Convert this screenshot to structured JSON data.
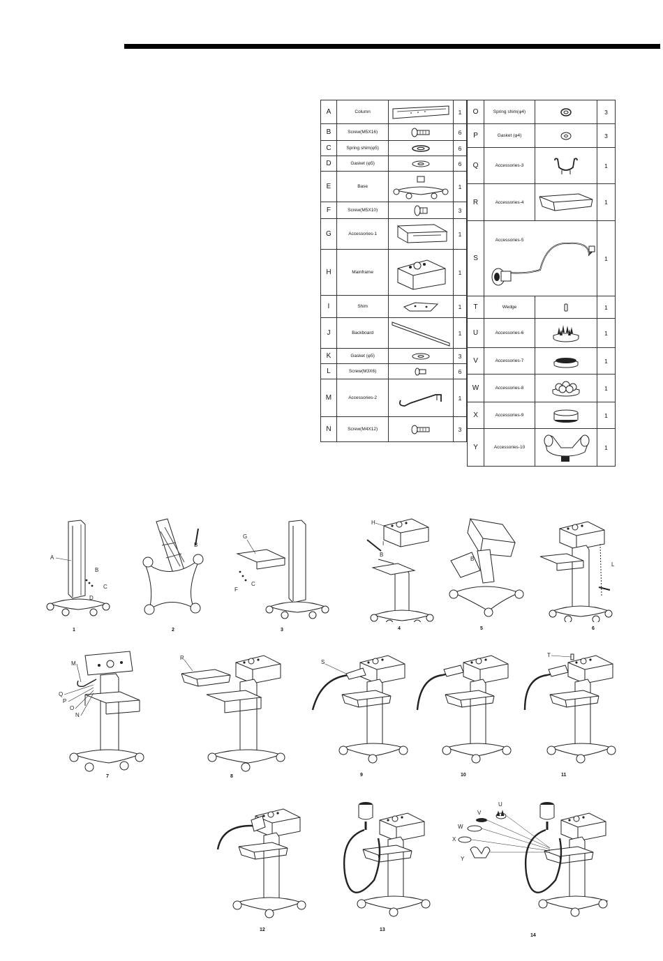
{
  "parts_left": [
    {
      "code": "A",
      "name": "Column",
      "qty": "1",
      "icon": "column-icon"
    },
    {
      "code": "B",
      "name": "Screw(M5X16)",
      "qty": "6",
      "icon": "screw-icon"
    },
    {
      "code": "C",
      "name": "Spring shim(φ5)",
      "qty": "6",
      "icon": "spring-shim-icon"
    },
    {
      "code": "D",
      "name": "Gasket (φ5)",
      "qty": "6",
      "icon": "gasket-icon"
    },
    {
      "code": "E",
      "name": "Base",
      "qty": "1",
      "icon": "base-icon"
    },
    {
      "code": "F",
      "name": "Screw(M5X10)",
      "qty": "3",
      "icon": "screw-short-icon"
    },
    {
      "code": "G",
      "name": "Accessories-1",
      "qty": "1",
      "icon": "shelf-icon"
    },
    {
      "code": "H",
      "name": "Mainframe",
      "qty": "1",
      "icon": "mainframe-icon"
    },
    {
      "code": "I",
      "name": "Shim",
      "qty": "1",
      "icon": "shim-plate-icon"
    },
    {
      "code": "J",
      "name": "Backboard",
      "qty": "1",
      "icon": "backboard-icon"
    },
    {
      "code": "K",
      "name": "Gasket (φ5)",
      "qty": "3",
      "icon": "gasket-icon"
    },
    {
      "code": "L",
      "name": "Screw(M3X6)",
      "qty": "6",
      "icon": "small-screw-icon"
    },
    {
      "code": "M",
      "name": "Accessories-2",
      "qty": "1",
      "icon": "hook-icon"
    },
    {
      "code": "N",
      "name": "Screw(M4X12)",
      "qty": "3",
      "icon": "screw-icon"
    }
  ],
  "parts_right": [
    {
      "code": "O",
      "name": "Spring shim(φ4)",
      "qty": "3",
      "icon": "spring-shim-icon"
    },
    {
      "code": "P",
      "name": "Gasket (φ4)",
      "qty": "3",
      "icon": "gasket-icon"
    },
    {
      "code": "Q",
      "name": "Accessories-3",
      "qty": "1",
      "icon": "holder-clip-icon"
    },
    {
      "code": "R",
      "name": "Accessories-4",
      "qty": "1",
      "icon": "tray-icon"
    },
    {
      "code": "S",
      "name": "Accessories-5",
      "qty": "1",
      "icon": "handpiece-cable-icon"
    },
    {
      "code": "T",
      "name": "Wedge",
      "qty": "1",
      "icon": "wedge-icon"
    },
    {
      "code": "U",
      "name": "Accessories-6",
      "qty": "1",
      "icon": "spiked-head-icon"
    },
    {
      "code": "V",
      "name": "Accessories-7",
      "qty": "1",
      "icon": "brush-head-icon"
    },
    {
      "code": "W",
      "name": "Accessories-8",
      "qty": "1",
      "icon": "ball-head-icon"
    },
    {
      "code": "X",
      "name": "Accessories-9",
      "qty": "1",
      "icon": "flat-head-icon"
    },
    {
      "code": "Y",
      "name": "Accessories-10",
      "qty": "1",
      "icon": "roller-head-icon"
    }
  ],
  "steps": [
    {
      "num": "1",
      "labels": [
        "A",
        "B",
        "C",
        "D"
      ]
    },
    {
      "num": "2",
      "labels": [
        "B"
      ]
    },
    {
      "num": "3",
      "labels": [
        "G",
        "C",
        "F"
      ]
    },
    {
      "num": "4",
      "labels": [
        "H",
        "I",
        "B"
      ]
    },
    {
      "num": "5",
      "labels": [
        "B"
      ]
    },
    {
      "num": "6",
      "labels": [
        "L"
      ]
    },
    {
      "num": "7",
      "labels": [
        "M",
        "Q",
        "P",
        "O",
        "N"
      ]
    },
    {
      "num": "8",
      "labels": [
        "R"
      ]
    },
    {
      "num": "9",
      "labels": [
        "S"
      ]
    },
    {
      "num": "10",
      "labels": []
    },
    {
      "num": "11",
      "labels": [
        "T"
      ]
    },
    {
      "num": "12",
      "labels": []
    },
    {
      "num": "13",
      "labels": []
    },
    {
      "num": "14",
      "labels": [
        "V",
        "U",
        "W",
        "X",
        "Y"
      ]
    }
  ]
}
